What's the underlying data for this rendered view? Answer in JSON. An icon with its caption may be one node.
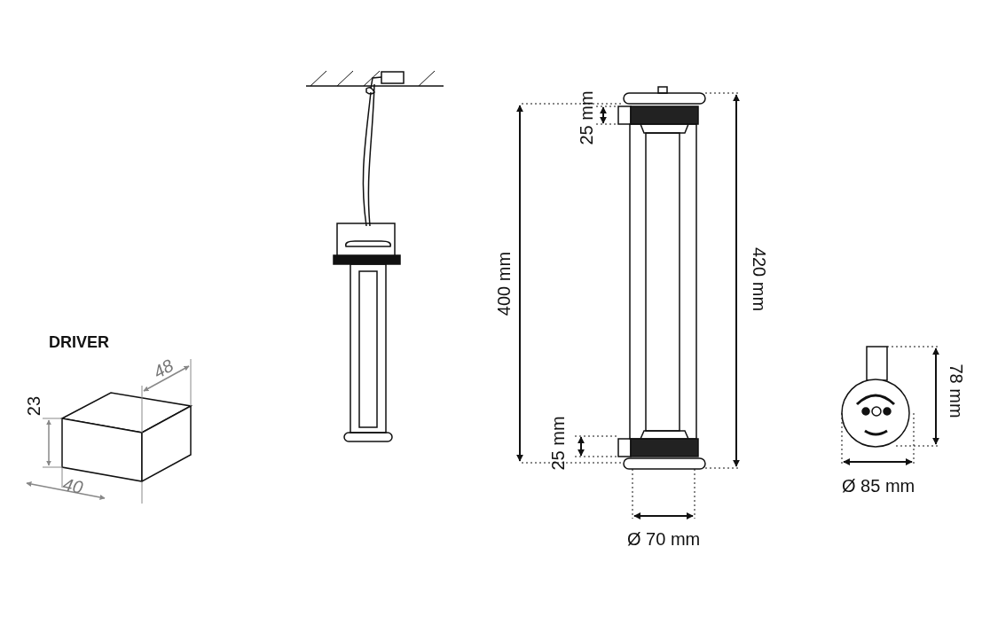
{
  "diagram": {
    "labels": [
      "DRIVER",
      "23",
      "48",
      "40",
      "25 mm",
      "400 mm",
      "420 mm",
      "25 mm",
      "Ø 70 mm",
      "78 mm",
      "Ø 85 mm"
    ]
  }
}
